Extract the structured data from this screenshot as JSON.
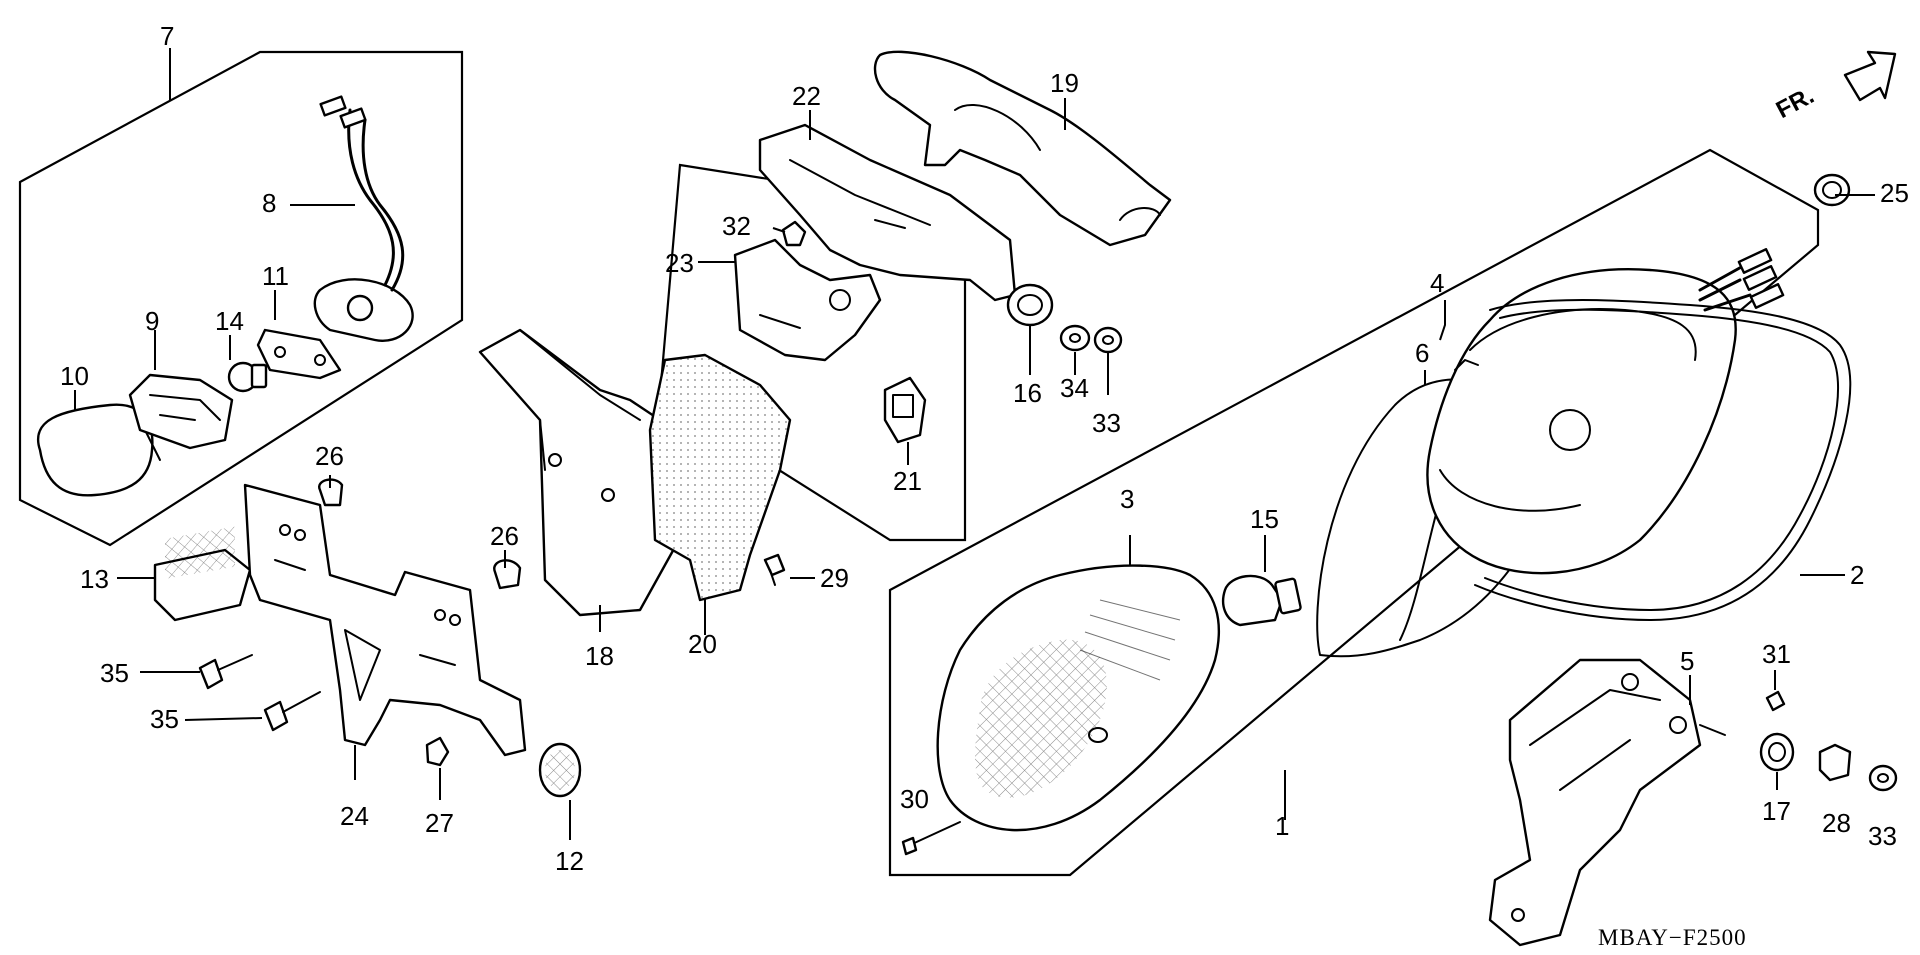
{
  "diagram": {
    "code": "MBAY−F2500",
    "direction": "FR.",
    "callouts": {
      "c1": "1",
      "c2": "2",
      "c3": "3",
      "c4": "4",
      "c5": "5",
      "c6": "6",
      "c7": "7",
      "c8": "8",
      "c9": "9",
      "c10": "10",
      "c11": "11",
      "c12": "12",
      "c13": "13",
      "c14": "14",
      "c15": "15",
      "c16": "16",
      "c17": "17",
      "c18": "18",
      "c19": "19",
      "c20": "20",
      "c21": "21",
      "c22": "22",
      "c23": "23",
      "c24": "24",
      "c25": "25",
      "c26a": "26",
      "c26b": "26",
      "c27": "27",
      "c28": "28",
      "c29": "29",
      "c30": "30",
      "c31": "31",
      "c32": "32",
      "c33a": "33",
      "c33b": "33",
      "c34": "34",
      "c35a": "35",
      "c35b": "35"
    }
  }
}
